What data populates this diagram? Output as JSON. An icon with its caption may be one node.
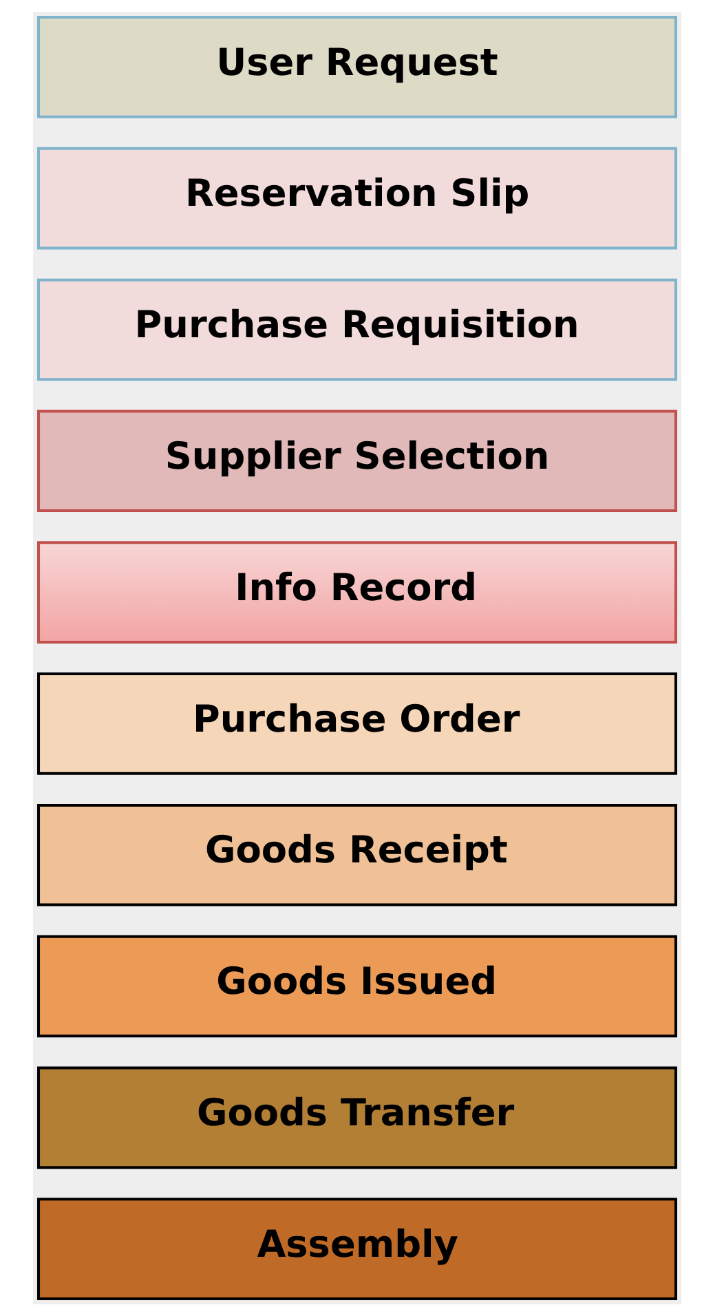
{
  "diagram": {
    "nodes": [
      {
        "text": [
          "User Request"
        ]
      },
      {
        "text": [
          "Reservation Slip"
        ]
      },
      {
        "text": [
          "Purchase Requisition"
        ]
      },
      {
        "text": [
          "Supplier Selection"
        ]
      },
      {
        "text": [
          "Info Record"
        ]
      },
      {
        "text": [
          "Purchase Order"
        ]
      },
      {
        "text": [
          "Goods Receipt"
        ]
      },
      {
        "text": [
          "Goods Issued"
        ]
      },
      {
        "text": [
          "Goods Transfer"
        ]
      },
      {
        "text": [
          "Assembly"
        ]
      }
    ],
    "edges": []
  }
}
